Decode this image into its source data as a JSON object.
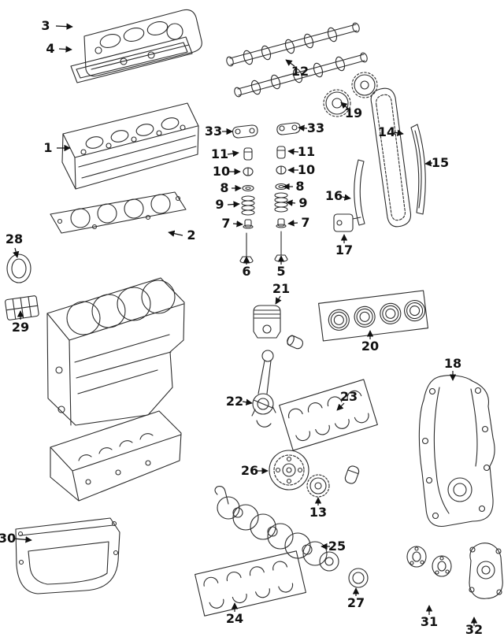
{
  "diagram": {
    "colors": {
      "background": "#ffffff",
      "linework": "#2b2b2b",
      "callout_text": "#111111"
    },
    "callouts": [
      {
        "label": "3"
      },
      {
        "label": "4"
      },
      {
        "label": "1"
      },
      {
        "label": "2"
      },
      {
        "label": "28"
      },
      {
        "label": "29"
      },
      {
        "label": "30"
      },
      {
        "label": "12"
      },
      {
        "label": "19"
      },
      {
        "label": "14"
      },
      {
        "label": "15"
      },
      {
        "label": "16"
      },
      {
        "label": "17"
      },
      {
        "label": "33",
        "side": "left"
      },
      {
        "label": "33",
        "side": "right"
      },
      {
        "label": "11",
        "side": "left"
      },
      {
        "label": "11",
        "side": "right"
      },
      {
        "label": "10",
        "side": "left"
      },
      {
        "label": "10",
        "side": "right"
      },
      {
        "label": "8",
        "side": "left"
      },
      {
        "label": "8",
        "side": "right"
      },
      {
        "label": "9",
        "side": "left"
      },
      {
        "label": "9",
        "side": "right"
      },
      {
        "label": "7",
        "side": "left"
      },
      {
        "label": "7",
        "side": "right"
      },
      {
        "label": "6"
      },
      {
        "label": "5"
      },
      {
        "label": "21"
      },
      {
        "label": "20"
      },
      {
        "label": "18"
      },
      {
        "label": "22"
      },
      {
        "label": "23"
      },
      {
        "label": "26"
      },
      {
        "label": "13"
      },
      {
        "label": "25"
      },
      {
        "label": "24"
      },
      {
        "label": "27"
      },
      {
        "label": "31"
      },
      {
        "label": "32"
      }
    ]
  }
}
